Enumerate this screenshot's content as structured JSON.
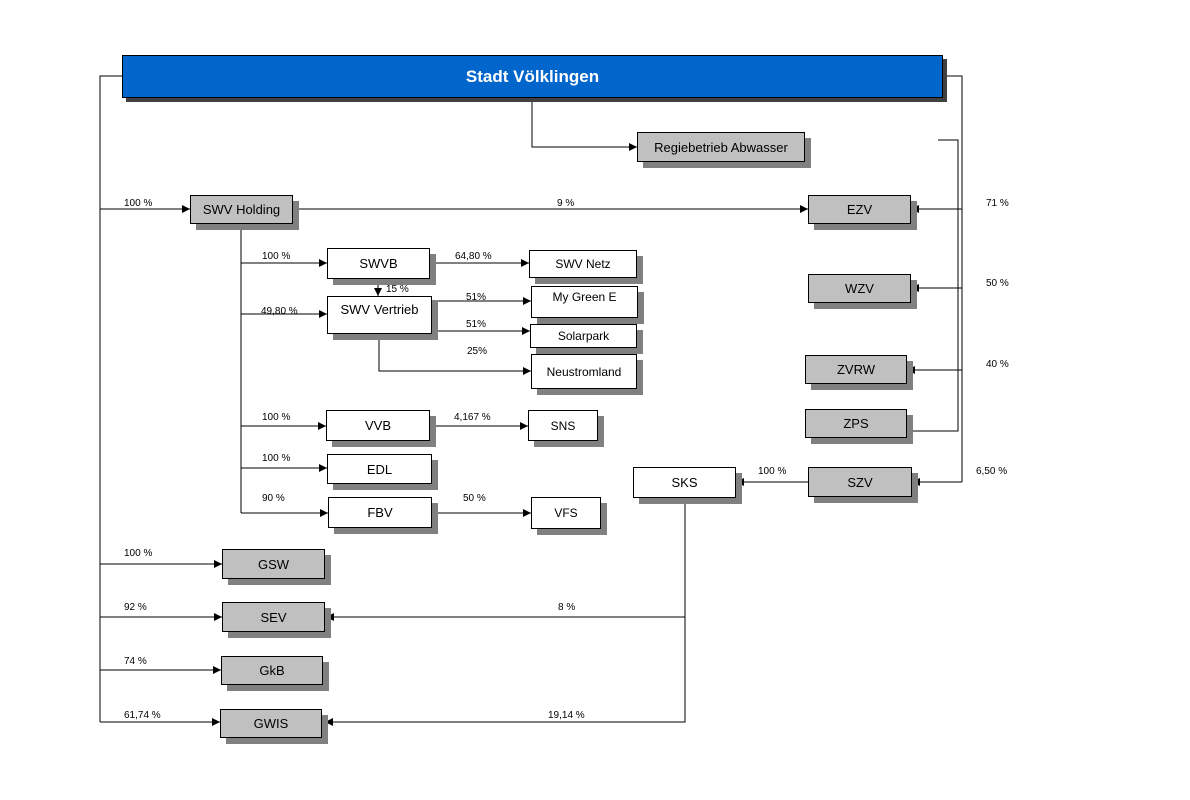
{
  "title": "Stadt Völklingen",
  "nodes": {
    "regiebetrieb": "Regiebetrieb Abwasser",
    "swv_holding": "SWV Holding",
    "ezv": "EZV",
    "wzv": "WZV",
    "zvrw": "ZVRW",
    "zps": "ZPS",
    "szv": "SZV",
    "sks": "SKS",
    "swvb": "SWVB",
    "swv_netz": "SWV Netz",
    "swv_vertrieb": "SWV Vertrieb",
    "my_green_e": "My Green E",
    "solarpark": "Solarpark",
    "neustromland": "Neustromland",
    "vvb": "VVB",
    "sns": "SNS",
    "edl": "EDL",
    "fbv": "FBV",
    "vfs": "VFS",
    "gsw": "GSW",
    "sev": "SEV",
    "gkb": "GkB",
    "gwis": "GWIS"
  },
  "labels": {
    "holding_pct": "100 %",
    "ezv_from_holding": "9 %",
    "ezv_pct": "71 %",
    "wzv_pct": "50 %",
    "zvrw_pct": "40 %",
    "szv_pct": "6,50 %",
    "sks_pct": "100 %",
    "swvb_pct": "100 %",
    "swv_netz_pct": "64,80 %",
    "vertrieb_from_swvb": "15 %",
    "vertrieb_pct": "49,80 %",
    "my_green_e_pct": "51%",
    "solarpark_pct": "51%",
    "neustromland_pct": "25%",
    "vvb_pct": "100 %",
    "sns_pct": "4,167 %",
    "edl_pct": "100 %",
    "fbv_pct": "90 %",
    "vfs_pct": "50 %",
    "gsw_pct": "100 %",
    "sev_pct": "92 %",
    "sev_from_sks": "8 %",
    "gkb_pct": "74 %",
    "gwis_pct": "61,74 %",
    "gwis_from_sks": "19,14 %"
  }
}
